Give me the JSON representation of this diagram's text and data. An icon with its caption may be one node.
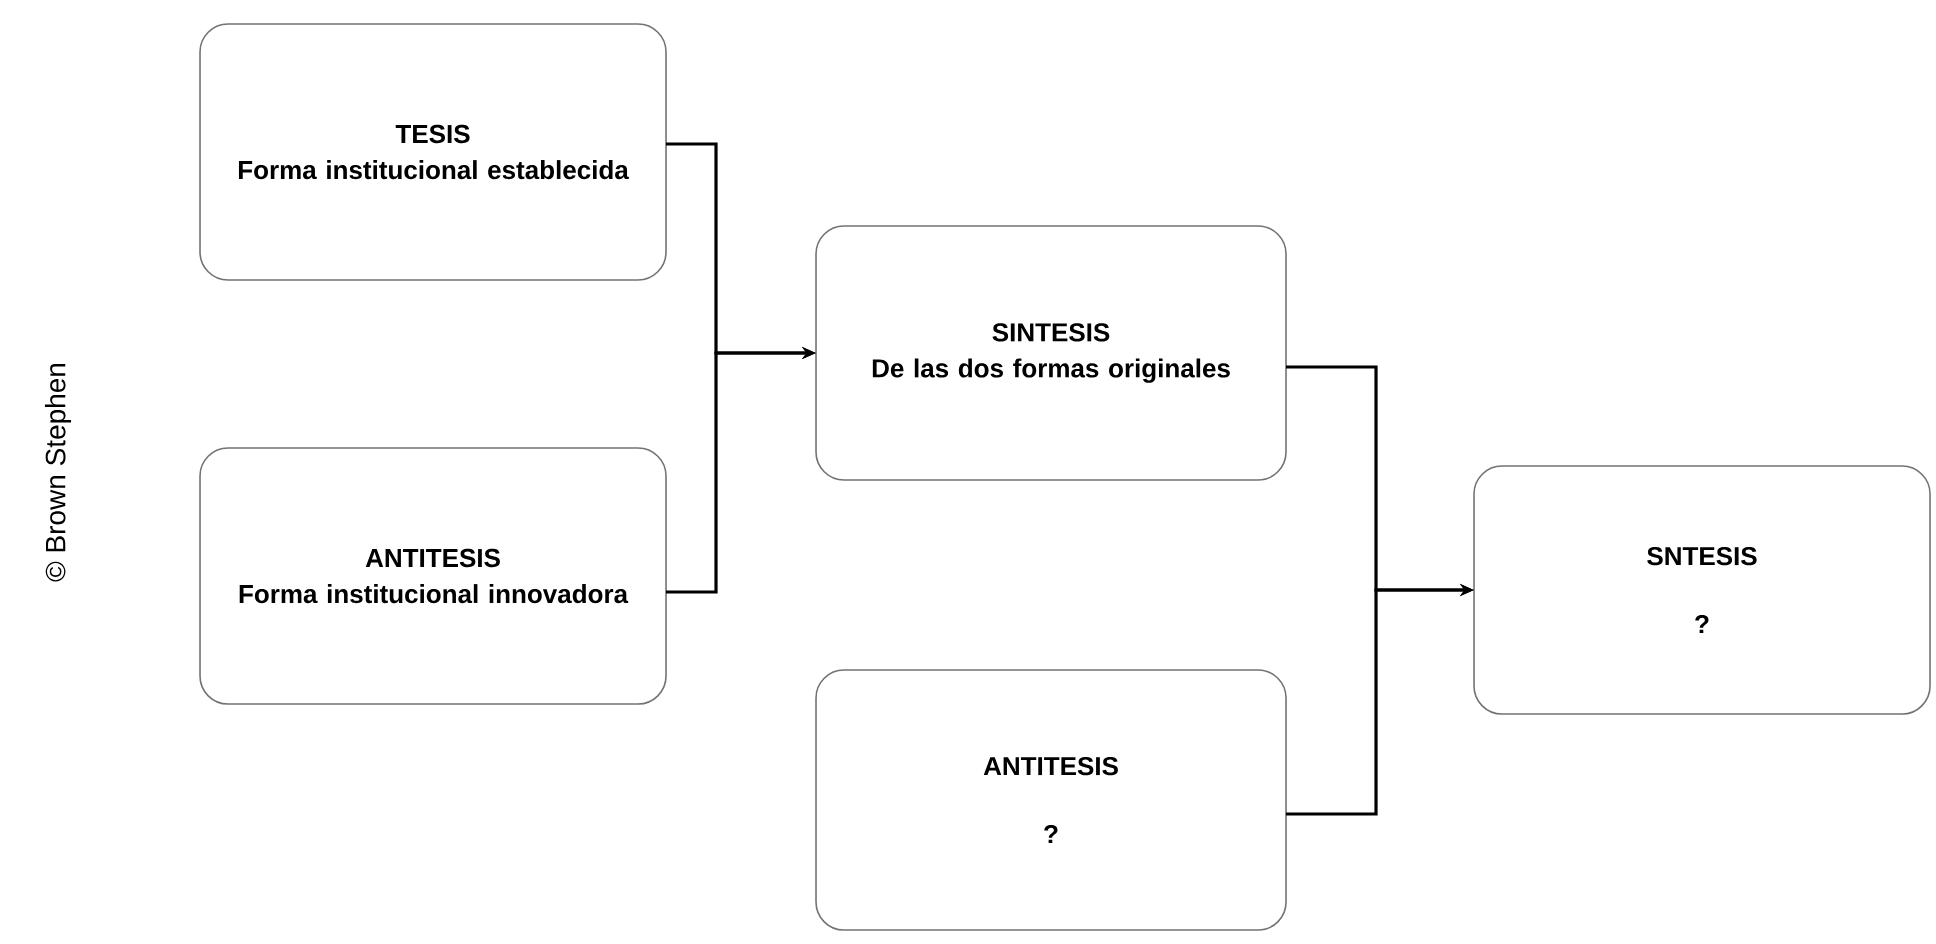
{
  "diagram": {
    "nodes": [
      {
        "text": [
          "TESIS",
          "Forma institucional establecida"
        ]
      },
      {
        "text": [
          "ANTITESIS",
          "Forma institucional innovadora"
        ]
      },
      {
        "text": [
          "SINTESIS",
          "De las dos formas originales"
        ]
      },
      {
        "text": [
          "ANTITESIS",
          "?"
        ]
      },
      {
        "text": [
          "SNTESIS",
          "?"
        ]
      }
    ],
    "edges": [
      {
        "from": 0,
        "to": 2,
        "arrow": "to"
      },
      {
        "from": 1,
        "to": 2,
        "arrow": "to"
      },
      {
        "from": 2,
        "to": 4,
        "arrow": "to"
      },
      {
        "from": 3,
        "to": 4,
        "arrow": "to"
      }
    ],
    "labels": [
      "© Brown Stephen"
    ]
  }
}
